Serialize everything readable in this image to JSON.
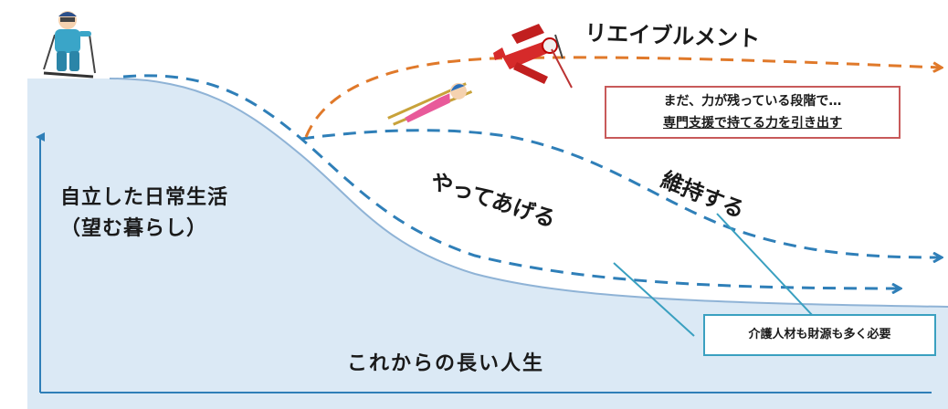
{
  "labels": {
    "reablement": "リエイブルメント",
    "yatte_ageru": "やってあげる",
    "iji_suru": "維持する",
    "y_axis_line1": "自立した日常生活",
    "y_axis_line2": "（望む暮らし）",
    "x_axis": "これからの長い人生"
  },
  "callouts": {
    "reablement_note_line1": "まだ、力が残っている段階で…",
    "reablement_note_line2": "専門支援で持てる力を引き出す",
    "cost_note": "介護人材も財源も多く必要"
  },
  "colors": {
    "slope_fill": "#dbe9f5",
    "slope_edge": "#8fb3d6",
    "dashed_blue": "#2f7fb8",
    "dashed_orange": "#e0792a",
    "callout_red": "#c85a5a",
    "callout_blue": "#3aa0c0",
    "axis": "#2f7fb8"
  },
  "icons": [
    "skier-icon",
    "ski-jumper-icon",
    "red-biplane-icon"
  ]
}
